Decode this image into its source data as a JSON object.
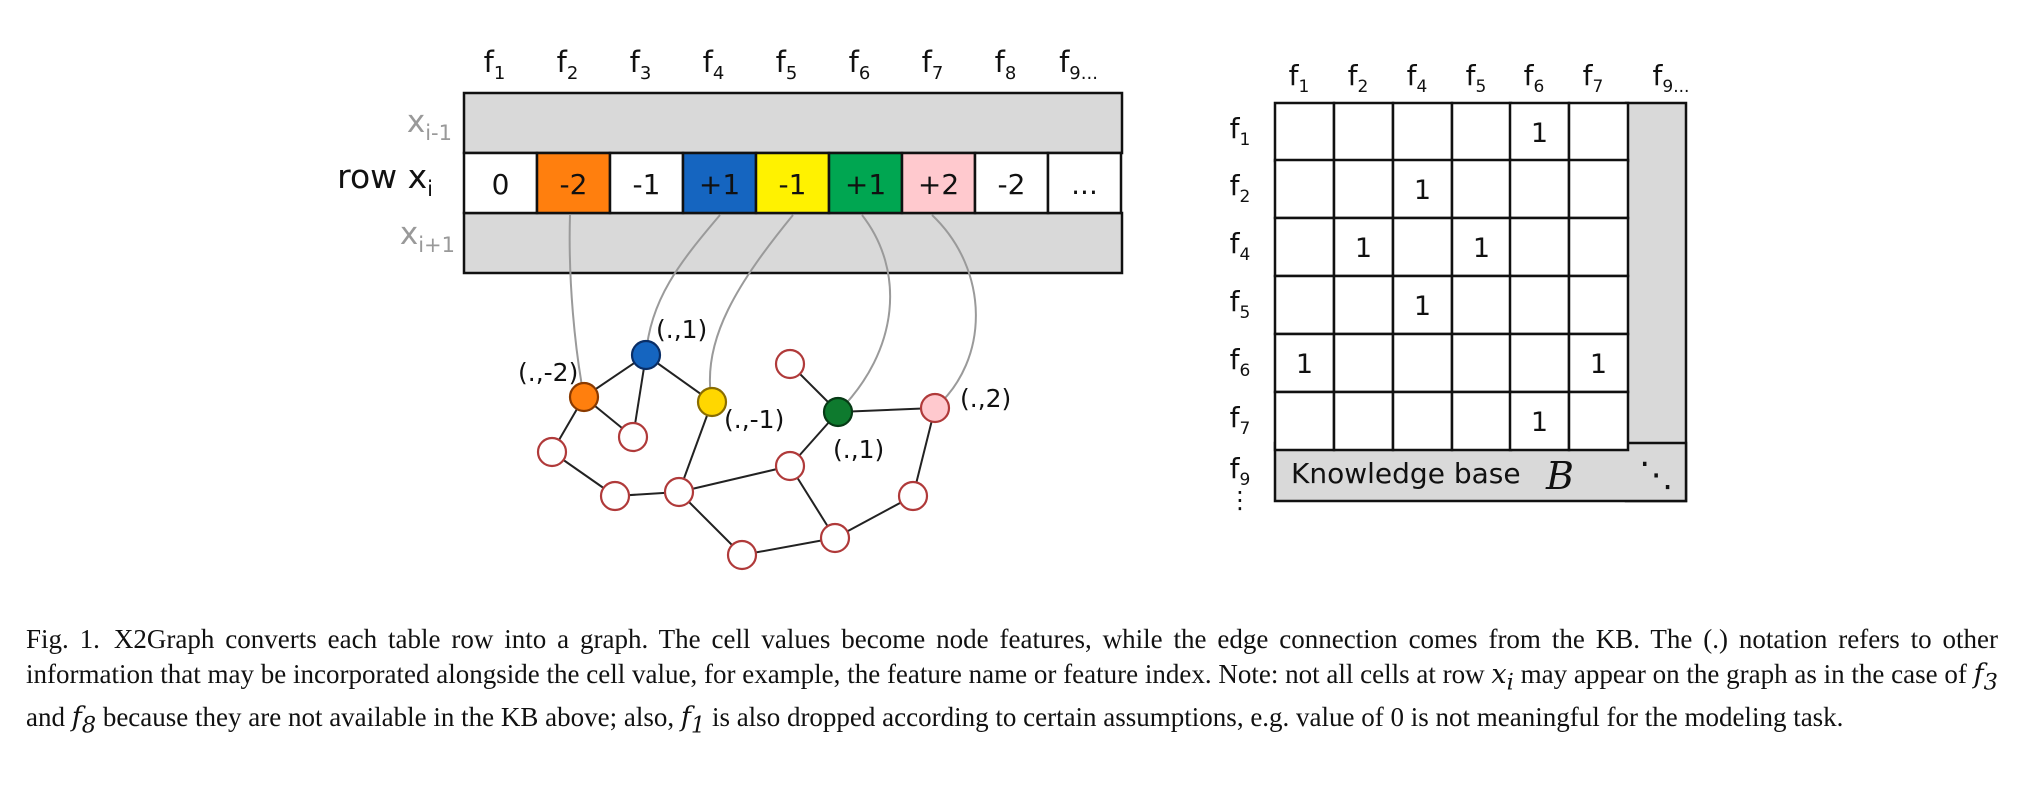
{
  "colors": {
    "orange": "#FF7F0E",
    "blue": "#1565C0",
    "yellow": "#FFF200",
    "green": "#00A651",
    "pink": "#FFC9CE",
    "dark_green": "#0E7A2E",
    "node_yellow": "#FFD700",
    "gray": "#D9D9D9",
    "open_node": "#B03A3A"
  },
  "table": {
    "headers": [
      "f",
      "f",
      "f",
      "f",
      "f",
      "f",
      "f",
      "f",
      "f"
    ],
    "header_subs": [
      "1",
      "2",
      "3",
      "4",
      "5",
      "6",
      "7",
      "8",
      "9..."
    ],
    "row_prev": {
      "base": "x",
      "sub": "i-1"
    },
    "row_label": {
      "base": "row x",
      "sub": "i"
    },
    "row_next": {
      "base": "x",
      "sub": "i+1"
    },
    "cells": [
      {
        "value": "0",
        "color": "#FFFFFF"
      },
      {
        "value": "-2",
        "color": "#FF7F0E"
      },
      {
        "value": "-1",
        "color": "#FFFFFF"
      },
      {
        "value": "+1",
        "color": "#1565C0"
      },
      {
        "value": "-1",
        "color": "#FFF200"
      },
      {
        "value": "+1",
        "color": "#00A651"
      },
      {
        "value": "+2",
        "color": "#FFC9CE"
      },
      {
        "value": "-2",
        "color": "#FFFFFF"
      },
      {
        "value": "...",
        "color": "#FFFFFF"
      }
    ]
  },
  "graph": {
    "labels": [
      "(.,-2)",
      "(.,1)",
      "(.,-1)",
      "(.,1)",
      "(.,2)"
    ]
  },
  "kb": {
    "col_headers": [
      "f",
      "f",
      "f",
      "f",
      "f",
      "f",
      "f"
    ],
    "col_subs": [
      "1",
      "2",
      "4",
      "5",
      "6",
      "7",
      "9..."
    ],
    "row_headers": [
      "f",
      "f",
      "f",
      "f",
      "f",
      "f",
      "f"
    ],
    "row_subs": [
      "1",
      "2",
      "4",
      "5",
      "6",
      "7",
      "9"
    ],
    "matrix": [
      [
        "",
        "",
        "",
        "",
        "1",
        ""
      ],
      [
        "",
        "",
        "1",
        "",
        "",
        ""
      ],
      [
        "",
        "1",
        "",
        "1",
        "",
        ""
      ],
      [
        "",
        "",
        "1",
        "",
        "",
        ""
      ],
      [
        "1",
        "",
        "",
        "",
        "",
        "1"
      ],
      [
        "",
        "",
        "",
        "",
        "1",
        ""
      ]
    ],
    "label_text": "Knowledge base",
    "label_symbol": "B",
    "vdots": "⋮",
    "ddots": "⋱"
  },
  "caption": {
    "label": "Fig. 1.",
    "p1": "X2Graph converts each table row into a graph. The cell values become node features, while the edge connection comes from the KB. The (.) notation refers to other information that may be incorporated alongside the cell value, for example, the feature name or feature index. Note: not all cells at row ",
    "m1": "x",
    "m1_sub": "i",
    "p2": " may appear on the graph as in the case of ",
    "m2": "f",
    "m2_sub": "3",
    "p3": " and ",
    "m3": "f",
    "m3_sub": "8",
    "p4": " because they are not available in the KB above; also, ",
    "m4": "f",
    "m4_sub": "1",
    "p5": " is also dropped according to certain assumptions, e.g. value of 0 is not meaningful for the modeling task."
  }
}
